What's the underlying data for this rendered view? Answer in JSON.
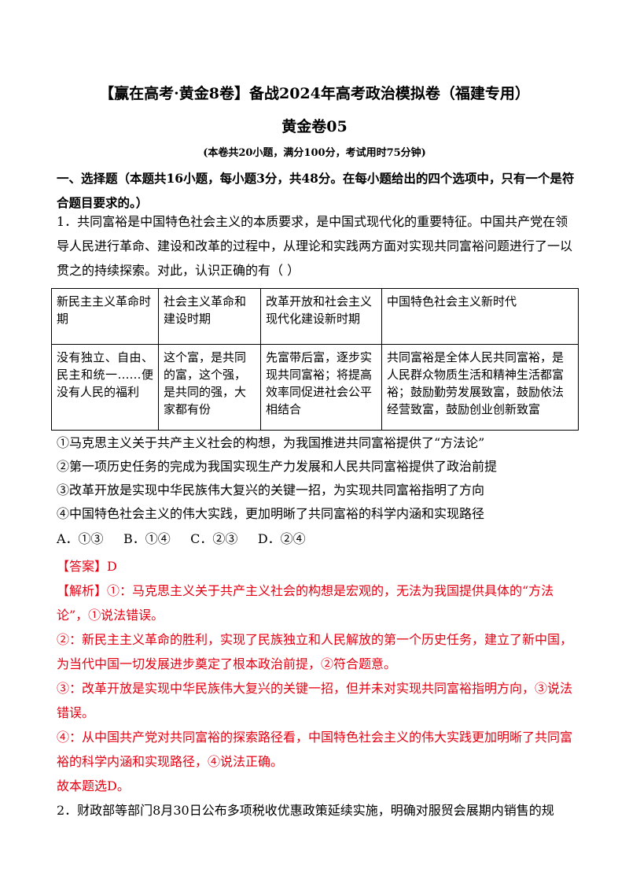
{
  "header": {
    "title": "【赢在高考·黄金8卷】备战2024年高考政治模拟卷（福建专用）",
    "subtitle": "黄金卷05",
    "note": "(本卷共20小题，满分100分，考试用时75分钟)"
  },
  "section": {
    "heading": "一、选择题（本题共16小题，每小题3分，共48分。在每小题给出的四个选项中，只有一个是符合题目要求的。）"
  },
  "q1": {
    "stem": "1．共同富裕是中国特色社会主义的本质要求，是中国式现代化的重要特征。中国共产党在领导人民进行革命、建设和改革的过程中，从理论和实践两方面对实现共同富裕问题进行了一以贯之的持续探索。对此，认识正确的有（    ）",
    "table": {
      "headers": [
        "新民主主义革命时期",
        "社会主义革命和建设时期",
        "改革开放和社会主义现代化建设新时期",
        "中国特色社会主义新时代"
      ],
      "cells": [
        "没有独立、自由、民主和统一……便没有人民的福利",
        "这个富，是共同的富，这个强，是共同的强，大家都有份",
        "先富带后富，逐步实现共同富裕；将提高效率同促进社会公平相结合",
        "共同富裕是全体人民共同富裕，是人民群众物质生活和精神生活都富裕；鼓励勤劳发展致富，鼓励依法经营致富，鼓励创业创新致富"
      ]
    },
    "items": [
      "①马克思主义关于共产主义社会的构想，为我国推进共同富裕提供了“方法论”",
      "②第一项历史任务的完成为我国实现生产力发展和人民共同富裕提供了政治前提",
      "③改革开放是实现中华民族伟大复兴的关键一招，为实现共同富裕指明了方向",
      "④中国特色社会主义的伟大实践，更加明晰了共同富裕的科学内涵和实现路径"
    ],
    "choices": "A．①③     B．①④     C．②③     D．②④",
    "answer_label": "【答案】D",
    "analysis": [
      "【解析】①：马克思主义关于共产主义社会的构想是宏观的，无法为我国提供具体的“方法论”，①说法错误。",
      "②：新民主主义革命的胜利，实现了民族独立和人民解放的第一个历史任务，建立了新中国，为当代中国一切发展进步奠定了根本政治前提，②符合题意。",
      "③：改革开放是实现中华民族伟大复兴的关键一招，但并未对实现共同富裕指明方向，③说法错误。",
      "④：从中国共产党对共同富裕的探索路径看，中国特色社会主义的伟大实践更加明晰了共同富裕的科学内涵和实现路径，④说法正确。"
    ],
    "conclusion": "故本题选D。"
  },
  "q2": {
    "stem": "2．财政部等部门8月30日公布多项税收优惠政策延续实施，明确对服贸会展期内销售的规"
  },
  "colors": {
    "answer_red": "#e60012",
    "text": "#000000"
  }
}
